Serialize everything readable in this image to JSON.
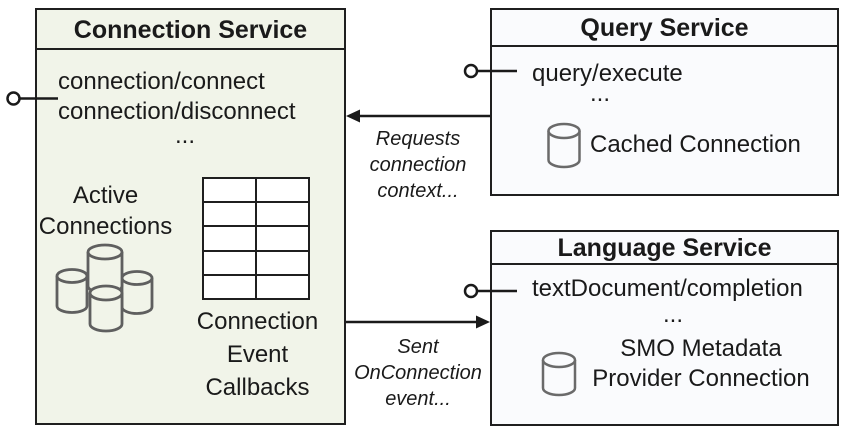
{
  "colors": {
    "connection_box_fill": "#f1f4e9",
    "service_box_fill": "#fafbfd",
    "border": "#1f1f1f",
    "icon_stroke": "#5f5f5f"
  },
  "connection_service": {
    "title": "Connection Service",
    "endpoints": [
      "connection/connect",
      "connection/disconnect"
    ],
    "ellipsis": "...",
    "active_connections_label": "Active Connections",
    "callbacks_label": "Connection Event Callbacks",
    "icons": {
      "active_connections": "database-cluster-icon",
      "callbacks": "callback-table-icon",
      "interface": "lollipop-interface-icon"
    }
  },
  "query_service": {
    "title": "Query Service",
    "endpoints": [
      "query/execute"
    ],
    "ellipsis": "...",
    "cached_connection_label": "Cached Connection",
    "icons": {
      "cached_connection": "database-cylinder-icon",
      "interface": "lollipop-interface-icon"
    }
  },
  "language_service": {
    "title": "Language Service",
    "endpoints": [
      "textDocument/completion"
    ],
    "ellipsis": "...",
    "smo_label": "SMO Metadata Provider Connection",
    "icons": {
      "smo_connection": "database-cylinder-icon",
      "interface": "lollipop-interface-icon"
    }
  },
  "arrows": {
    "requests": {
      "label": "Requests connection context...",
      "direction": "left"
    },
    "sent": {
      "label": "Sent OnConnection event...",
      "direction": "right"
    }
  }
}
